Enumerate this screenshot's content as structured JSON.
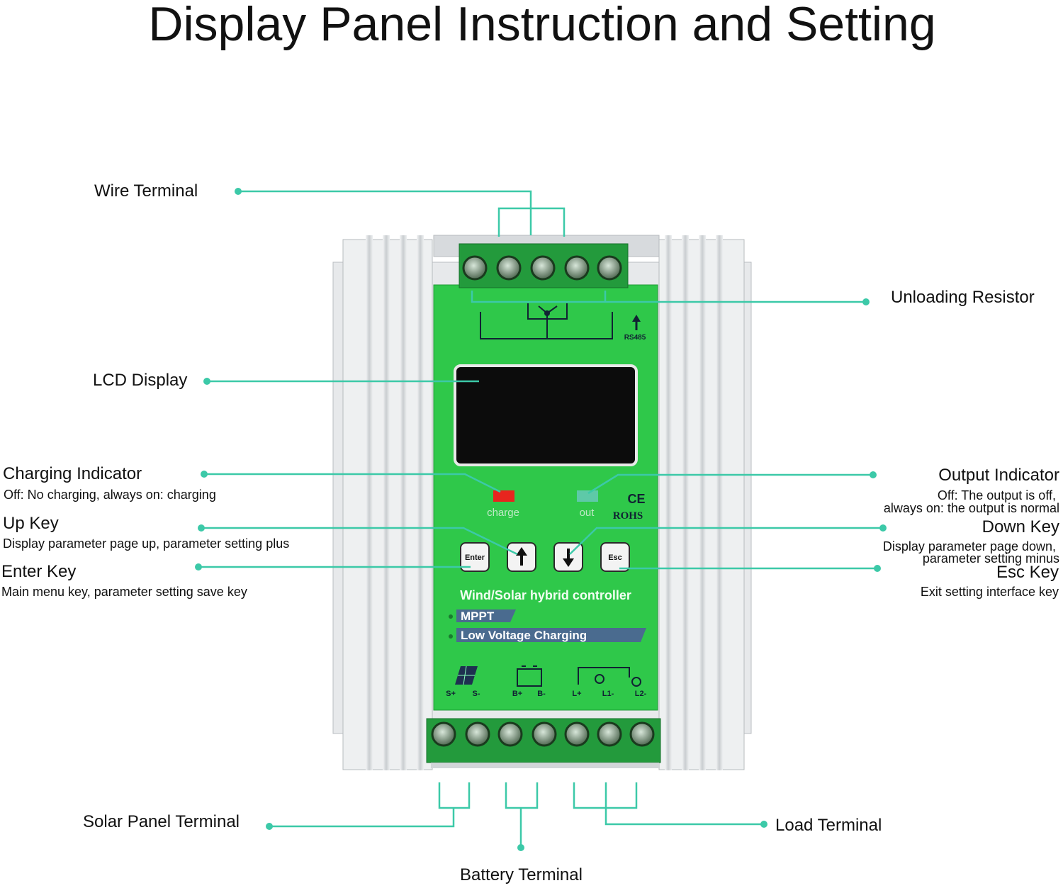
{
  "title": "Display Panel Instruction and Setting",
  "colors": {
    "leader": "#3cc9a8",
    "panel_green": "#2fc84a",
    "lcd": "#0c0c0c",
    "aluminum": "#dfe2e4",
    "terminal_green": "#239a3c"
  },
  "labels": {
    "wire_terminal": "Wire Terminal",
    "unloading_resistor": "Unloading Resistor",
    "lcd_display": "LCD Display",
    "charging_indicator": "Charging Indicator",
    "charging_indicator_desc": "Off: No charging, always on: charging",
    "output_indicator": "Output Indicator",
    "output_indicator_desc_1": "Off: The output is off,",
    "output_indicator_desc_2": "always on: the output is normal",
    "up_key": "Up Key",
    "up_key_desc": "Display parameter page up, parameter setting plus",
    "down_key": "Down Key",
    "down_key_desc_1": "Display parameter page down,",
    "down_key_desc_2": "parameter setting minus",
    "enter_key": "Enter Key",
    "enter_key_desc": "Main menu key, parameter setting save key",
    "esc_key": "Esc Key",
    "esc_key_desc": "Exit setting interface key",
    "solar_panel_terminal": "Solar Panel Terminal",
    "battery_terminal": "Battery Terminal",
    "load_terminal": "Load Terminal"
  },
  "device": {
    "rs485": "RS485",
    "charge": "charge",
    "out": "out",
    "ce": "CE",
    "rohs": "ROHS",
    "btn_enter": "Enter",
    "btn_esc": "Esc",
    "product_name": "Wind/Solar hybrid controller",
    "badge_mppt": "MPPT",
    "badge_low_voltage": "Low Voltage Charging",
    "terminal_labels": [
      "S+",
      "S-",
      "B+",
      "B-",
      "L+",
      "L1-",
      "L2-"
    ],
    "icons": [
      "wind-turbine-icon",
      "solar-panel-icon",
      "battery-icon",
      "bulb-icon",
      "up-arrow-icon",
      "down-arrow-icon"
    ]
  }
}
